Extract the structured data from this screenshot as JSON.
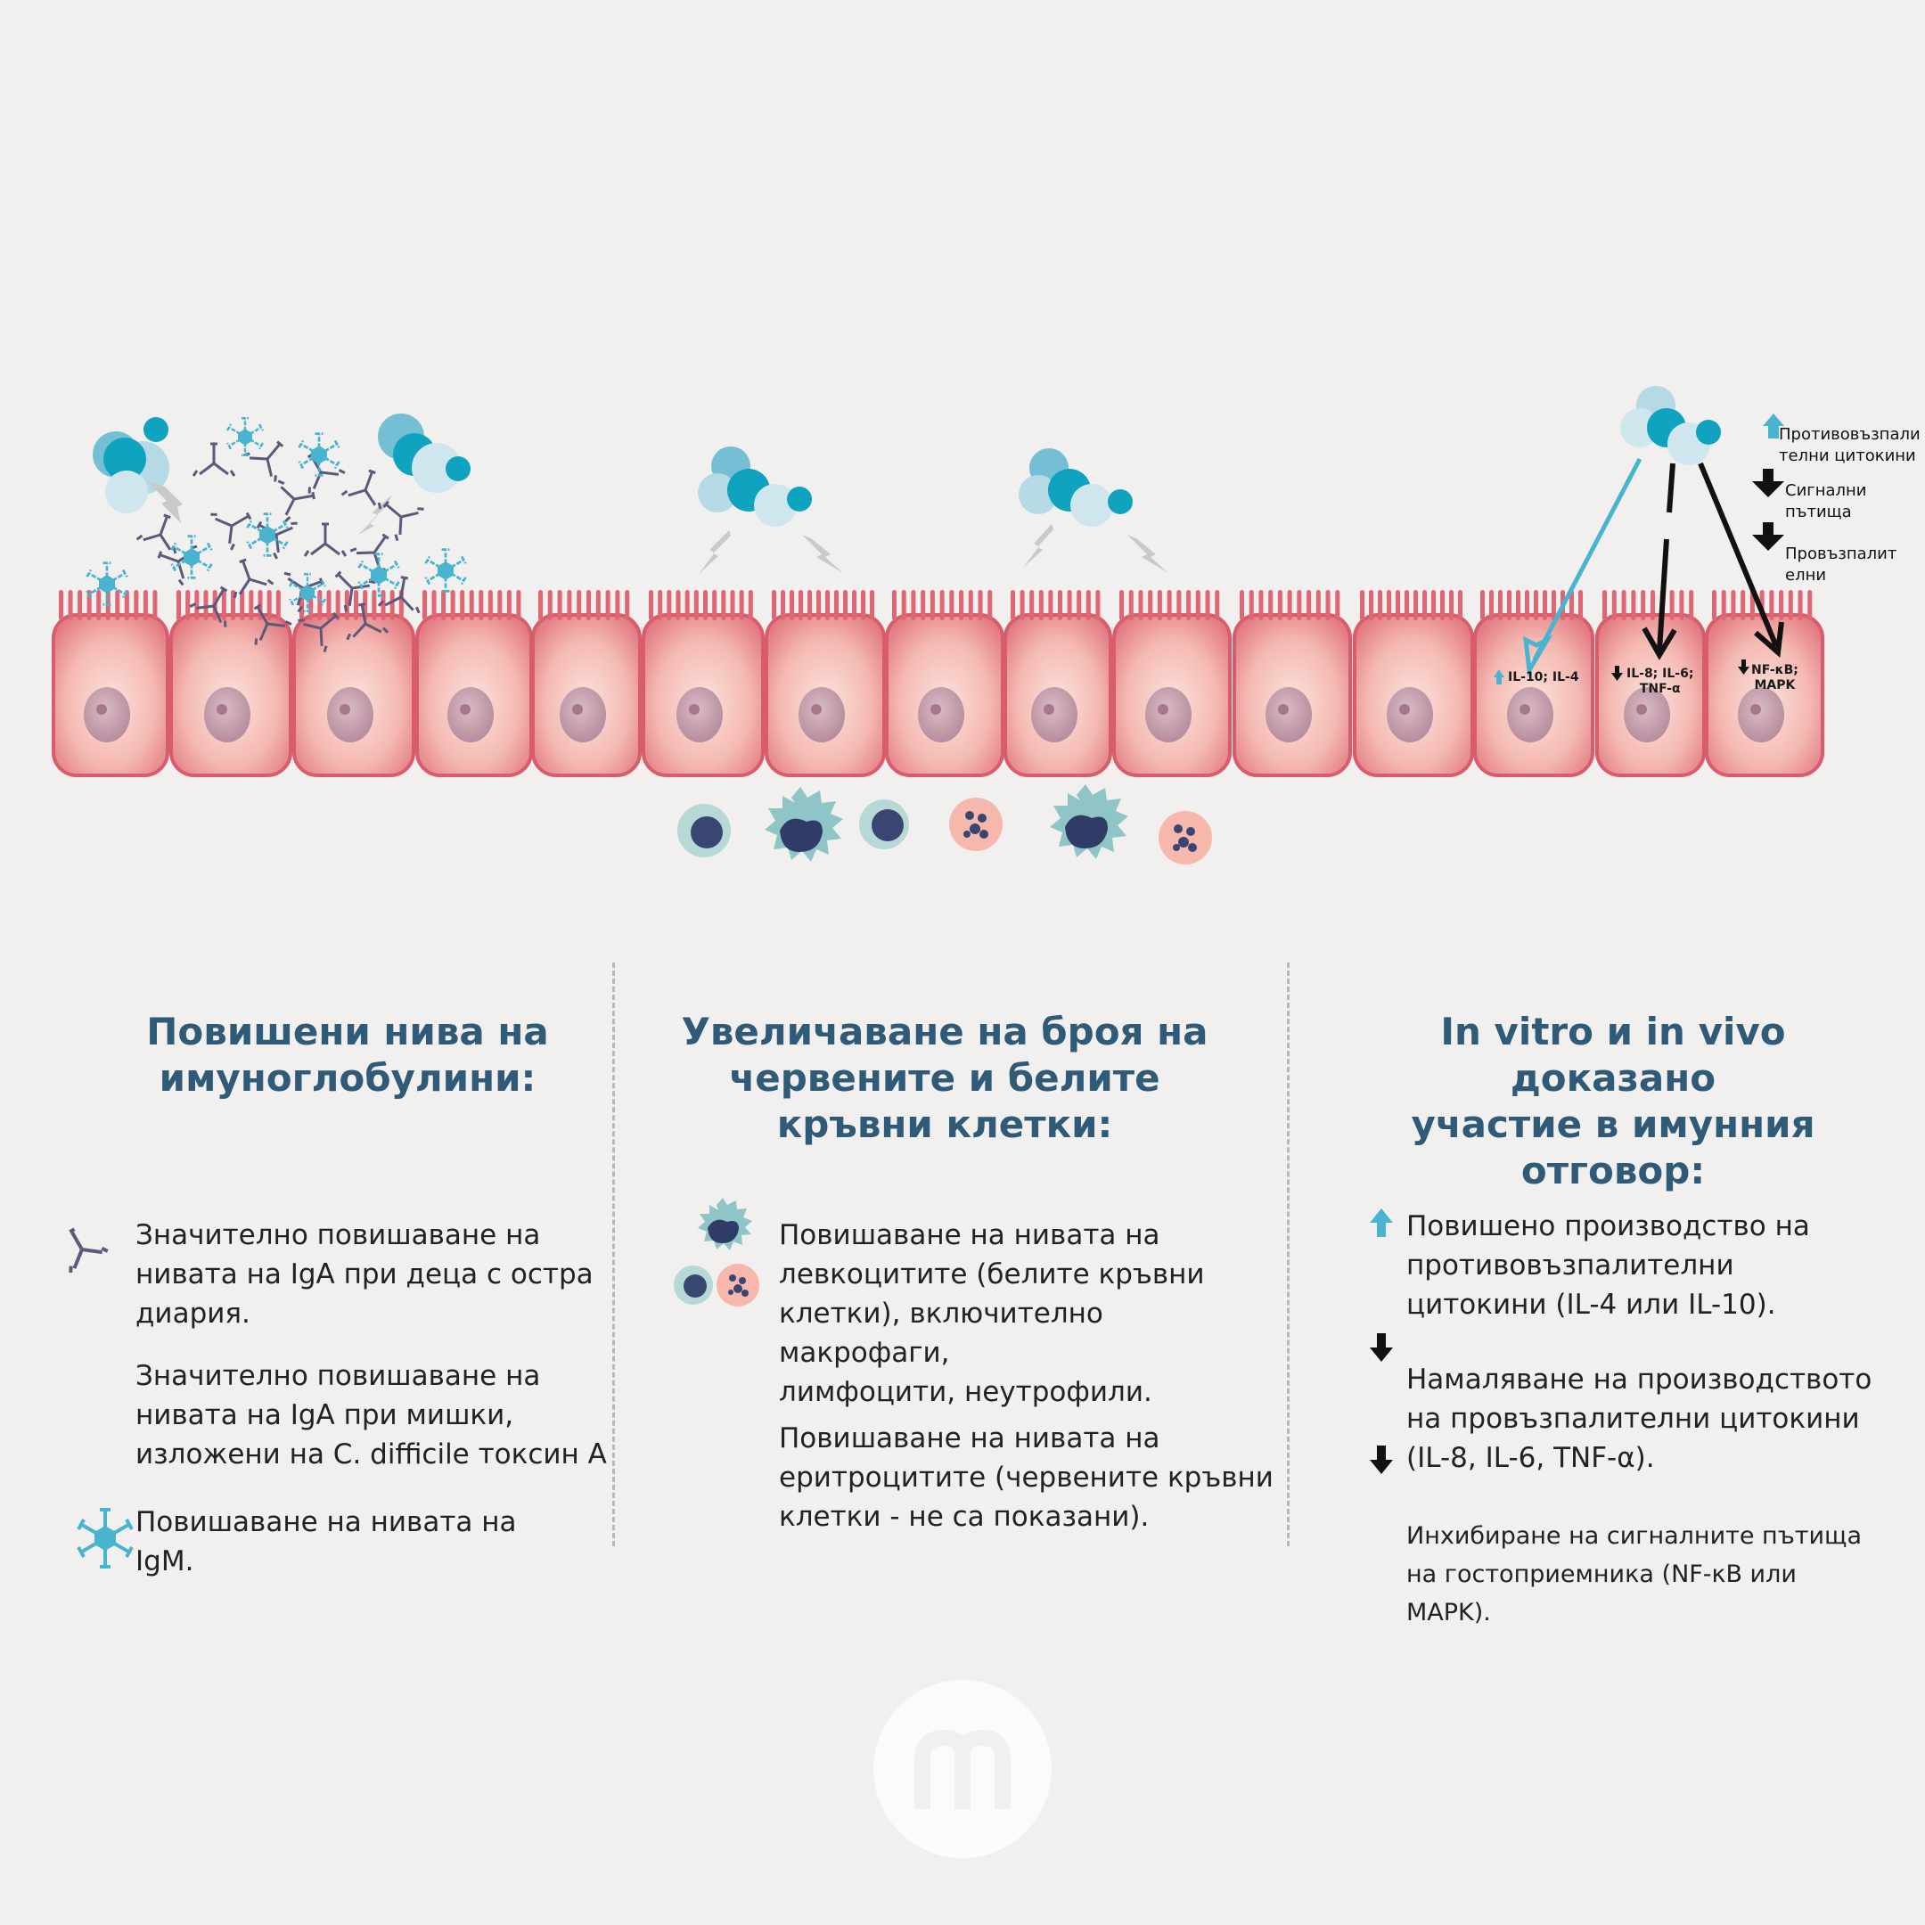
{
  "colors": {
    "background": "#f1f0ee",
    "title": "#2f5a78",
    "cell": "#e8a3a3",
    "cell_border": "#d85c6c",
    "bacteria_teal": "#0fa3bf",
    "bacteria_light": "#b6d9e6",
    "antibody": "#5a5a7a",
    "arrow_up": "#48b4cf",
    "arrow_down": "#111111"
  },
  "diagram": {
    "upper_legend": {
      "anti_inflammatory": "Противовъзпали\nтелни цитокини",
      "signaling": "Сигнални\nпътища",
      "pro_inflammatory": "Провъзпалит\nелни"
    },
    "cell_labels": {
      "il10": "IL-10; IL-4",
      "il8": "IL-8; IL-6;\nTNF-α",
      "nfkb": "NF-κB;\nMAPK"
    }
  },
  "columns": [
    {
      "title": "Повишени нива на\nимуноглобулини:",
      "items": [
        {
          "icon": "antibody-icon",
          "text": "Значително повишаване на\nнивата на IgA при деца с остра\nдиария."
        },
        {
          "icon": "",
          "text": "Значително повишаване на\n нивата на IgA при мишки,\n изложени на C. difficile токсин A"
        },
        {
          "icon": "igm-icon",
          "text": "Повишаване на нивата на\nIgM."
        }
      ]
    },
    {
      "title": "Увеличаване на броя на\nчервените и белите\nкръвни клетки:",
      "items": [
        {
          "icon": "white-blood-cells-icon",
          "text": "Повишаване на нивата на\nлевкоцитите (белите кръвни\nклетки), включително макрофаги,\nлимфоцити, неутрофили."
        },
        {
          "icon": "",
          "text": "Повишаване на нивата на\nеритроцитите (червените кръвни\nклетки - не са показани)."
        }
      ]
    },
    {
      "title": "In vitro и in vivo доказано\nучастие в имунния\nотговор:",
      "items": [
        {
          "icon": "arrow-up-icon",
          "text": "Повишено производство на\nпротивовъзпалителни\nцитокини (IL-4 или IL-10)."
        },
        {
          "icon": "arrow-down-icon",
          "text": "Намаляване на производството\nна провъзпалителни цитокини\n(IL-8, IL-6, TNF-α)."
        },
        {
          "icon": "arrow-down-icon",
          "text": "Инхибиране на сигналните пътища\nна гостоприемника (NF-κB или\nMAPK)."
        }
      ]
    }
  ]
}
